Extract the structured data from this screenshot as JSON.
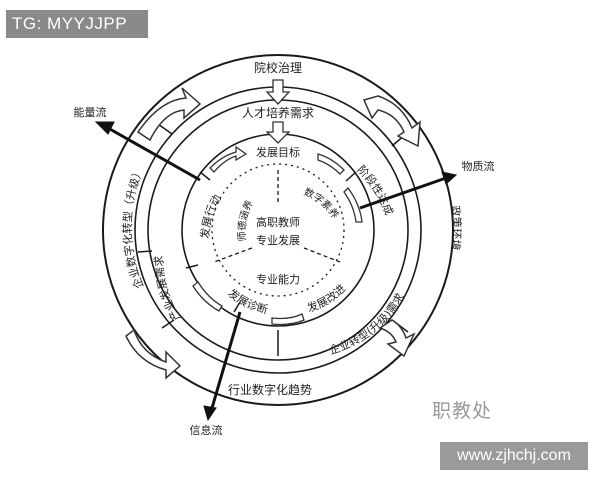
{
  "tag": "TG: MYYJJPP",
  "watermark": "职教处",
  "site": "www.zjhchj.com",
  "outer": {
    "top": "院校治理",
    "bottom": "行业数字化趋势",
    "left": "企业数字化转型（升级）",
    "right": "政策环境"
  },
  "middle": {
    "top": "人才培养需求",
    "left": "产业发展需求",
    "right": "阶段性达成",
    "bottom_right": "企业转型(升级)需求"
  },
  "inner": {
    "top": "发展目标",
    "left": "发展行动",
    "bottom_left": "发展诊断",
    "bottom_right": "发展改进"
  },
  "core": {
    "left": "师德涵养",
    "right": "数字素养",
    "bottom": "专业能力",
    "center_line1": "高职教师",
    "center_line2": "专业发展"
  },
  "flows": {
    "energy": "能量流",
    "material": "物质流",
    "info": "信息流"
  },
  "colors": {
    "stroke": "#1a1a1a",
    "arrow_fill": "#ffffff",
    "tag_bg": "#8a8a8a",
    "watermark": "#9a9a9a"
  }
}
